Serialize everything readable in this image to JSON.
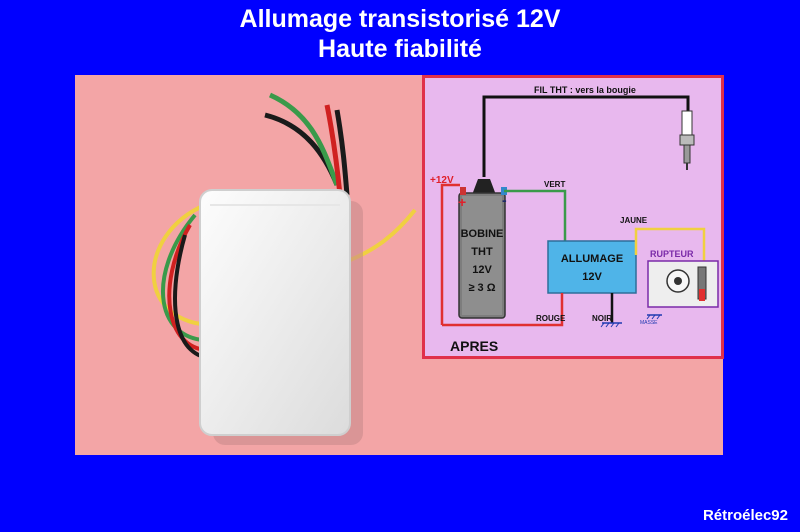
{
  "title": {
    "line1": "Allumage transistorisé 12V",
    "line2": "Haute fiabilité"
  },
  "diagram": {
    "fil_tht": "FIL THT : vers la bougie",
    "plus12v": "+12V",
    "plus_sign": "+",
    "minus_sign": "-",
    "vert": "VERT",
    "jaune": "JAUNE",
    "bobine_line1": "BOBINE",
    "bobine_line2": "THT",
    "bobine_line3": "12V",
    "bobine_line4": "≥ 3 Ω",
    "allumage_line1": "ALLUMAGE",
    "allumage_line2": "12V",
    "rupteur": "RUPTEUR",
    "rouge": "ROUGE",
    "noir": "NOIR",
    "masse": "MASSE",
    "apres": "APRES"
  },
  "footer": {
    "brand": "Rétroélec92"
  },
  "colors": {
    "background": "#0000ff",
    "photo_bg": "#f3a5a6",
    "diagram_bg": "#e8b8ee",
    "diagram_border": "#e0304a",
    "module_fill": "#4fb4e8",
    "wire_red": "#e03030",
    "wire_green": "#3a9a4a",
    "wire_yellow": "#f0d040"
  }
}
